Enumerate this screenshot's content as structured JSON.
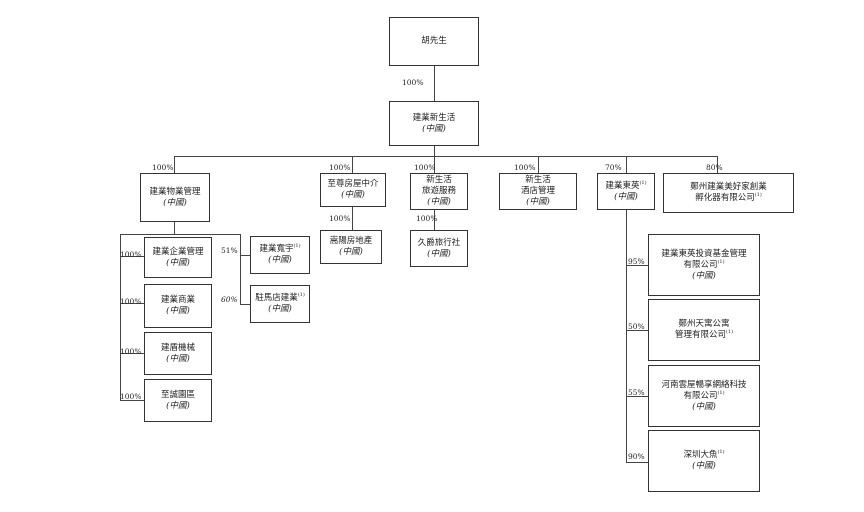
{
  "chart_data": {
    "type": "org-chart",
    "nodes": {
      "root": {
        "name": "胡先生"
      },
      "holdco": {
        "name": "建業新生活",
        "sub": "(中國)",
        "pct": "100%"
      },
      "property_mgmt": {
        "name": "建業物業管理",
        "sub": "(中國)",
        "pct": "100%"
      },
      "agency": {
        "name": "至尊房屋中介",
        "sub": "(中國)",
        "pct": "100%"
      },
      "songyang": {
        "name": "嵩陽房地產",
        "sub": "(中國)",
        "pct": "100%"
      },
      "travel": {
        "name": "新生活",
        "name2": "旅遊服務",
        "sub": "(中國)",
        "pct": "100%"
      },
      "jiujue": {
        "name": "久爵旅行社",
        "sub": "(中國)",
        "pct": "100%"
      },
      "hotel": {
        "name": "新生活",
        "name2": "酒店管理",
        "sub": "(中國)",
        "pct": "100%"
      },
      "dongying": {
        "name": "建業東英",
        "note": "(1)",
        "sub": "(中國)",
        "pct": "70%"
      },
      "incubator": {
        "name": "鄭州建業美好家創業",
        "name2": "孵化器有限公司",
        "note": "(1)",
        "pct": "80%"
      },
      "enterprise_mgmt": {
        "name": "建業企業管理",
        "sub": "(中國)",
        "pct": "100%"
      },
      "commerce": {
        "name": "建業商業",
        "sub": "(中國)",
        "pct": "100%"
      },
      "machinery": {
        "name": "建盾機械",
        "sub": "(中國)",
        "pct": "100%"
      },
      "garden": {
        "name": "至誠園區",
        "sub": "(中國)",
        "pct": "100%"
      },
      "kuanyu": {
        "name": "建業寬宇",
        "note": "(1)",
        "sub": "(中國)",
        "pct": "51%"
      },
      "zhumadian": {
        "name": "駐馬店建業",
        "note": "(1)",
        "sub": "(中國)",
        "pct": "60%"
      },
      "fund": {
        "name": "建業東英投資基金管理",
        "name2": "有限公司",
        "note": "(1)",
        "sub": "(中國)",
        "pct": "95%"
      },
      "apartment": {
        "name": "鄭州天寓公寓",
        "name2": "管理有限公司",
        "note": "(1)",
        "pct": "50%"
      },
      "network": {
        "name": "河南雲屋暢享網絡科技",
        "name2": "有限公司",
        "note": "(1)",
        "sub": "(中國)",
        "pct": "55%"
      },
      "dayu": {
        "name": "深圳大魚",
        "note": "(1)",
        "sub": "(中國)",
        "pct": "90%"
      }
    }
  }
}
